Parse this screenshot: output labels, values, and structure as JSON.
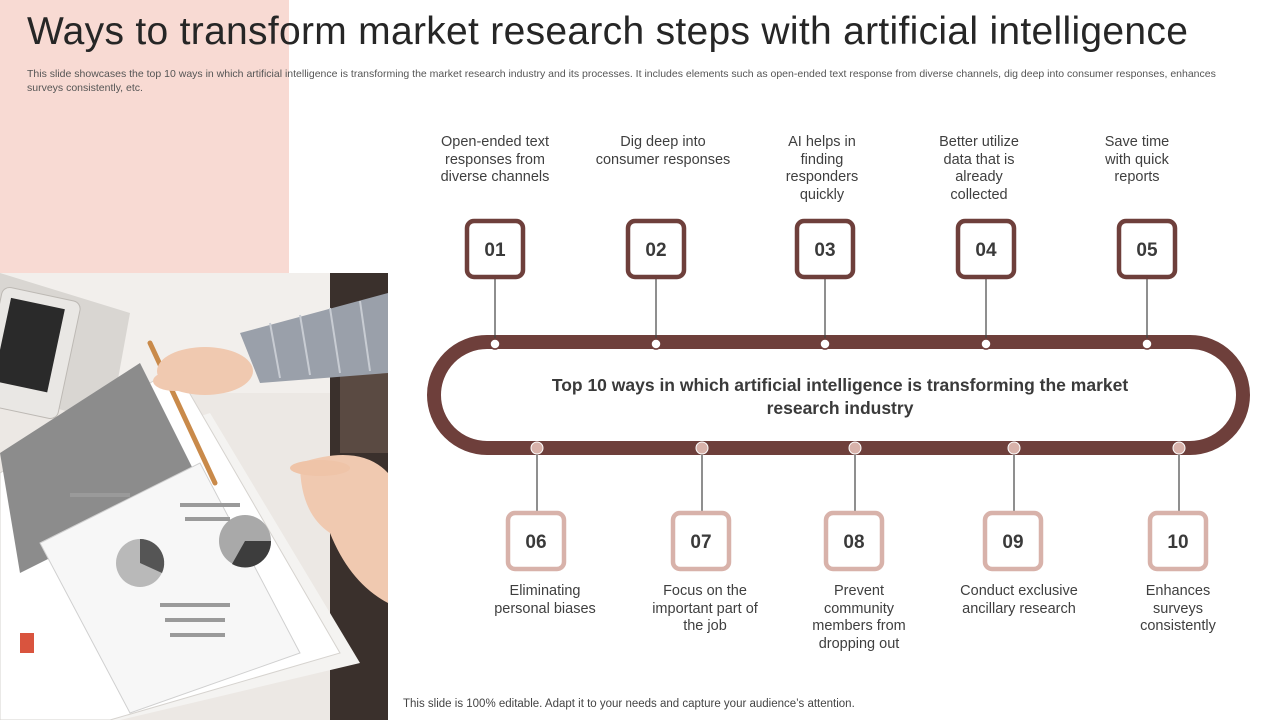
{
  "slide": {
    "title": "Ways to transform market research steps with artificial intelligence",
    "subtitle": "This slide showcases the top 10 ways in which artificial intelligence is transforming the market research industry and its processes. It includes elements such as open-ended text response from diverse channels, dig deep into consumer responses, enhances surveys consistently, etc.",
    "footer": "This slide is 100% editable. Adapt it to your needs and capture your audience’s attention."
  },
  "center": {
    "text": "Top 10 ways in which artificial intelligence is transforming the market research industry"
  },
  "top_steps": [
    {
      "number": "01",
      "label": "Open-ended text responses from diverse channels"
    },
    {
      "number": "02",
      "label": "Dig deep into consumer responses"
    },
    {
      "number": "03",
      "label": "AI helps in finding responders quickly"
    },
    {
      "number": "04",
      "label": "Better utilize data that is already collected"
    },
    {
      "number": "05",
      "label": "Save time with quick reports"
    }
  ],
  "bottom_steps": [
    {
      "number": "06",
      "label": "Eliminating personal biases"
    },
    {
      "number": "07",
      "label": "Focus on the important part of the job"
    },
    {
      "number": "08",
      "label": "Prevent community members from dropping out"
    },
    {
      "number": "09",
      "label": "Conduct exclusive ancillary research"
    },
    {
      "number": "10",
      "label": "Enhances surveys consistently"
    }
  ],
  "colors": {
    "accent_dark": "#6e3f3b",
    "accent_light": "#d8b2aa",
    "pink_block": "#f8dad3"
  }
}
